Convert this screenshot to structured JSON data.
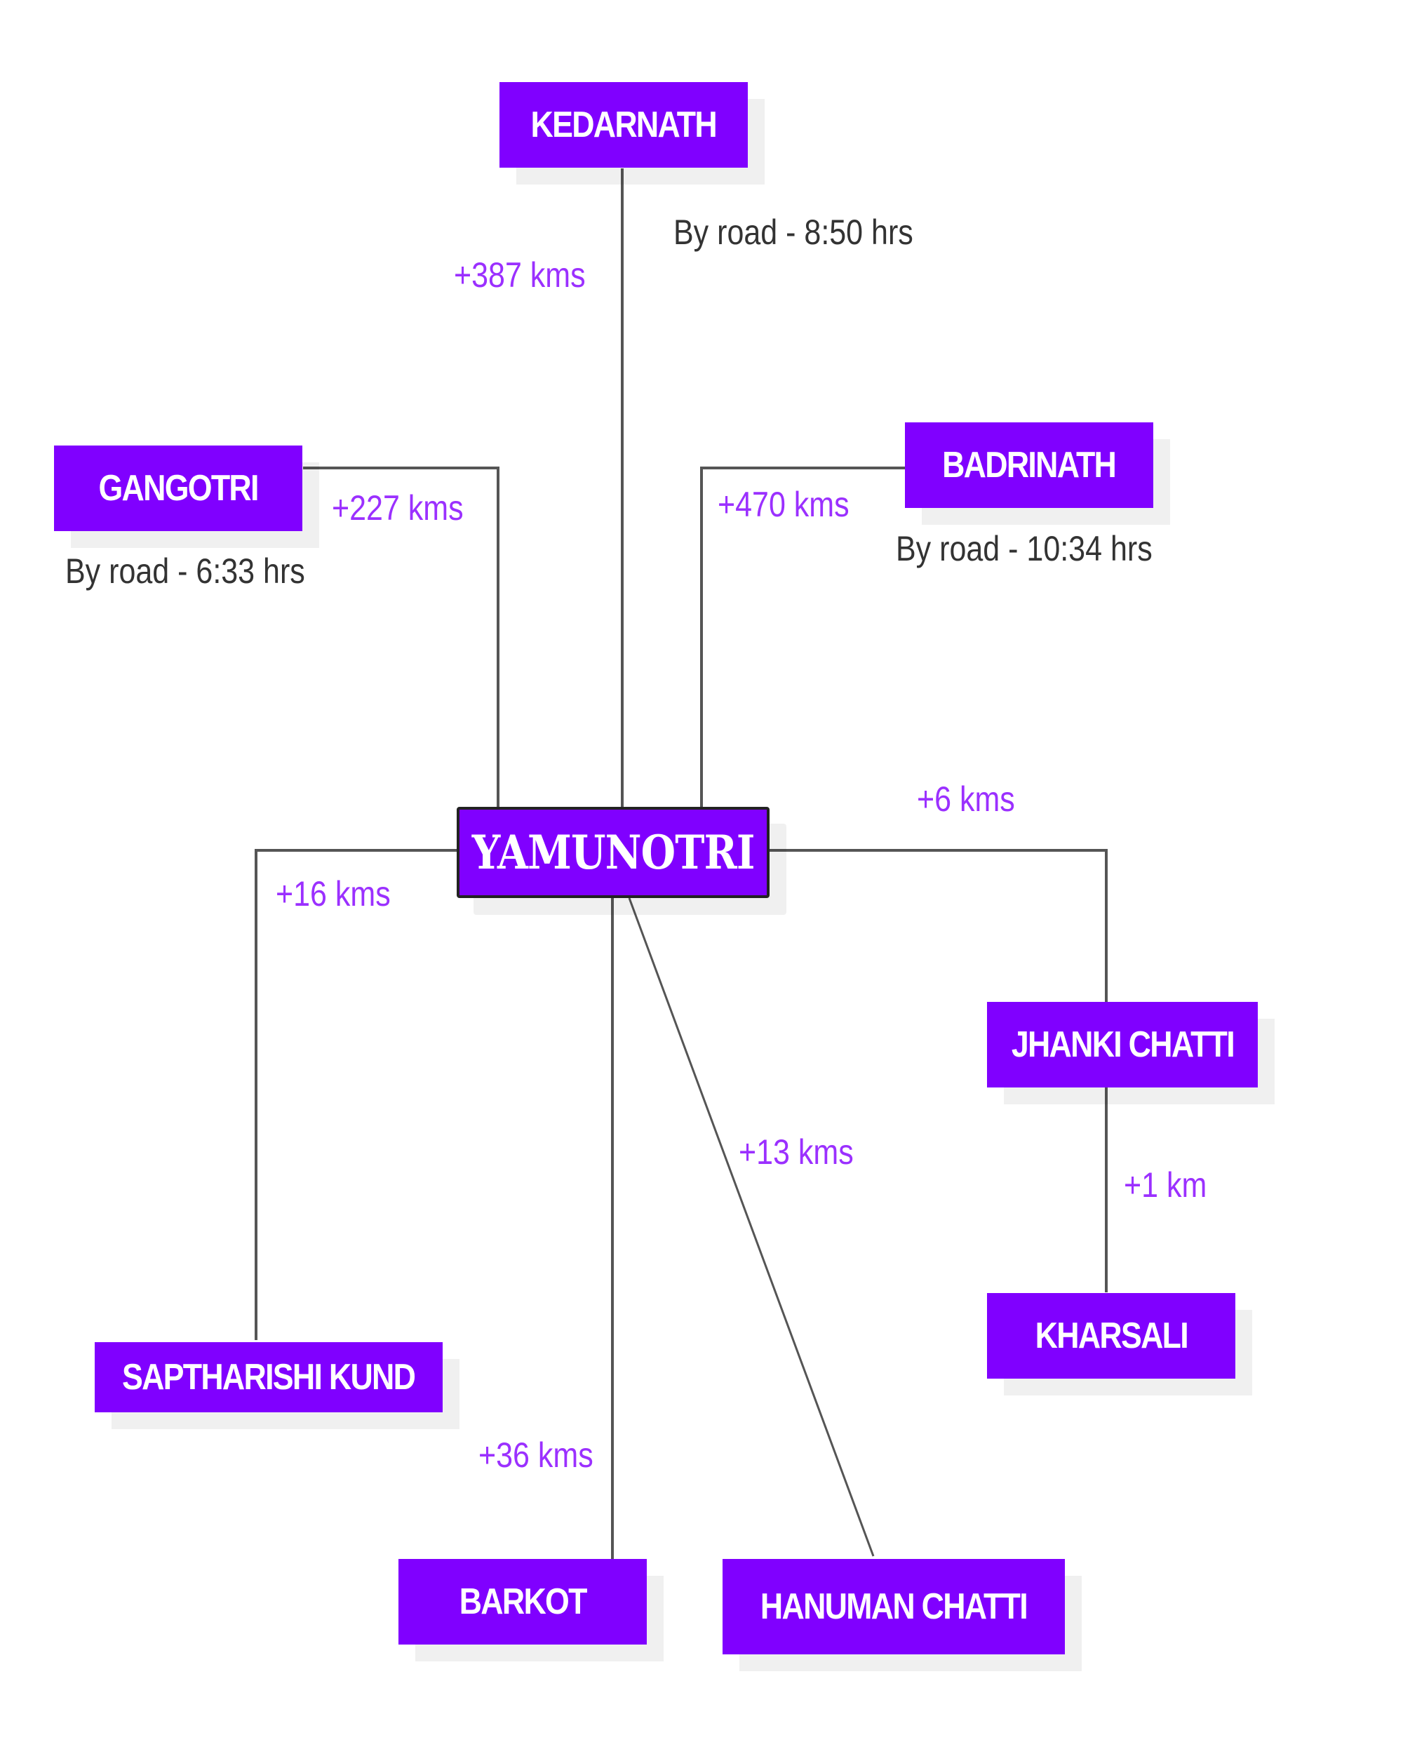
{
  "colors": {
    "node_fill": "#8000ff",
    "node_text": "#ffffff",
    "center_border": "#222222",
    "connector": "#555555",
    "distance_text": "#9b30ff",
    "travel_time_text": "#333333"
  },
  "center": {
    "name": "YAMUNOTRI"
  },
  "destinations": {
    "kedarnath": {
      "name": "KEDARNATH",
      "distance": "+387 kms",
      "travel_time": "By road - 8:50 hrs"
    },
    "gangotri": {
      "name": "GANGOTRI",
      "distance": "+227 kms",
      "travel_time": "By road - 6:33 hrs"
    },
    "badrinath": {
      "name": "BADRINATH",
      "distance": "+470 kms",
      "travel_time": "By road - 10:34 hrs"
    },
    "jhanki_chatti": {
      "name": "JHANKI CHATTI",
      "distance": "+6 kms"
    },
    "kharsali": {
      "name": "KHARSALI",
      "distance": "+1 km"
    },
    "saptharishi_kund": {
      "name": "SAPTHARISHI KUND",
      "distance": "+16 kms"
    },
    "barkot": {
      "name": "BARKOT",
      "distance": "+36 kms"
    },
    "hanuman_chatti": {
      "name": "HANUMAN CHATTI",
      "distance": "+13 kms"
    }
  }
}
